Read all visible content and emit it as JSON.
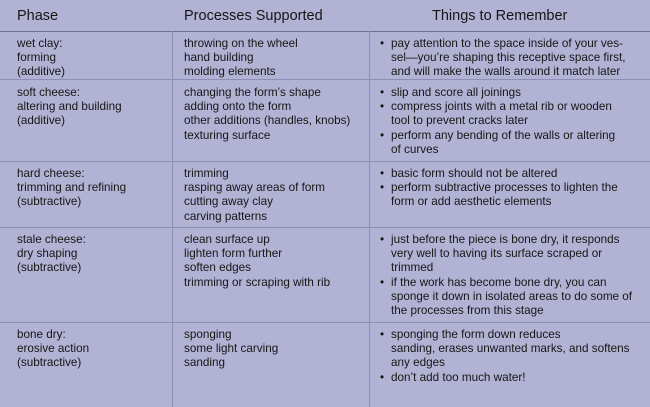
{
  "headers": [
    "Phase",
    "Processes Supported",
    "Things to Remember"
  ],
  "rows": [
    {
      "phase": [
        "wet clay:",
        "forming",
        "(additive)"
      ],
      "processes": [
        "throwing on the wheel",
        "hand building",
        "molding elements"
      ],
      "remember": [
        [
          "pay attention to the space inside of your ves-",
          "sel—you’re shaping this receptive space first,",
          "and will make the walls around it match later"
        ]
      ]
    },
    {
      "phase": [
        "soft cheese:",
        "altering and building",
        "(additive)"
      ],
      "processes": [
        "changing the form’s shape",
        "adding onto the form",
        "other additions (handles, knobs)",
        "texturing surface"
      ],
      "remember": [
        [
          "slip and score all joinings"
        ],
        [
          "compress joints with a metal rib or wooden",
          "tool to prevent cracks later"
        ],
        [
          "perform any bending of the walls or altering",
          "of curves"
        ]
      ]
    },
    {
      "phase": [
        "hard cheese:",
        "trimming and refining",
        "(subtractive)"
      ],
      "processes": [
        "trimming",
        "rasping away areas of form",
        "cutting away clay",
        "carving patterns"
      ],
      "remember": [
        [
          "basic form should not be altered"
        ],
        [
          "perform subtractive processes to lighten the",
          "form or add aesthetic elements"
        ]
      ]
    },
    {
      "phase": [
        "stale cheese:",
        "dry shaping",
        "(subtractive)"
      ],
      "processes": [
        "clean surface up",
        "lighten form further",
        "soften edges",
        "trimming or scraping with rib"
      ],
      "remember": [
        [
          "just before the piece is bone dry, it responds",
          "very well to having its surface scraped or",
          "trimmed"
        ],
        [
          "if the work has become bone dry, you can",
          "sponge it down in isolated areas to do some of",
          "the processes from this stage"
        ]
      ]
    },
    {
      "phase": [
        "bone dry:",
        "erosive action",
        "(subtractive)"
      ],
      "processes": [
        "sponging",
        "some light carving",
        "sanding"
      ],
      "remember": [
        [
          "sponging the form down reduces",
          "sanding, erases unwanted marks, and softens",
          "any edges"
        ],
        [
          "don’t add too much water!"
        ]
      ]
    }
  ]
}
